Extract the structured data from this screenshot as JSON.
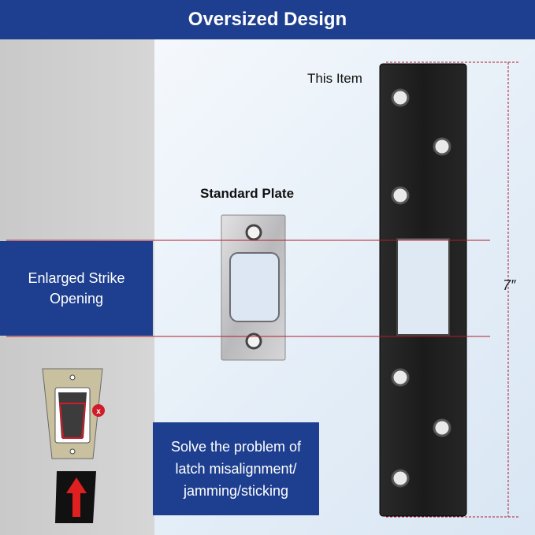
{
  "header": {
    "title": "Oversized Design"
  },
  "labels": {
    "this_item": "This Item",
    "standard_plate": "Standard Plate",
    "dimension": "7″"
  },
  "callouts": {
    "enlarged_opening": "Enlarged Strike Opening",
    "solve_problem": "Solve the problem of latch misalignment/ jamming/sticking"
  },
  "colors": {
    "brand_blue": "#1e3f8f",
    "guide_red": "#b01c2a",
    "plate_black": "#1b1b1b",
    "steel": "#c4c4c6"
  }
}
